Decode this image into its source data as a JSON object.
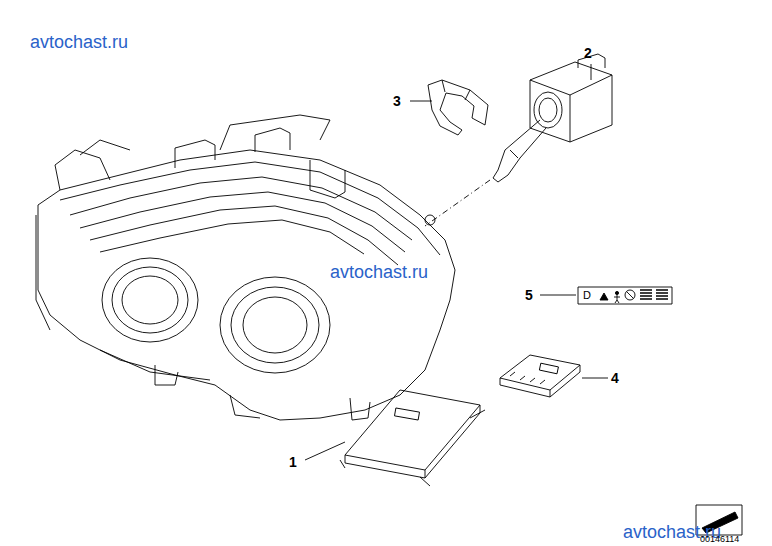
{
  "diagram": {
    "labels": [
      "avtochast.ru",
      "avtochast.ru",
      "avtochast.ru",
      "1",
      "2",
      "3",
      "4",
      "5",
      "D",
      "00146114"
    ]
  }
}
